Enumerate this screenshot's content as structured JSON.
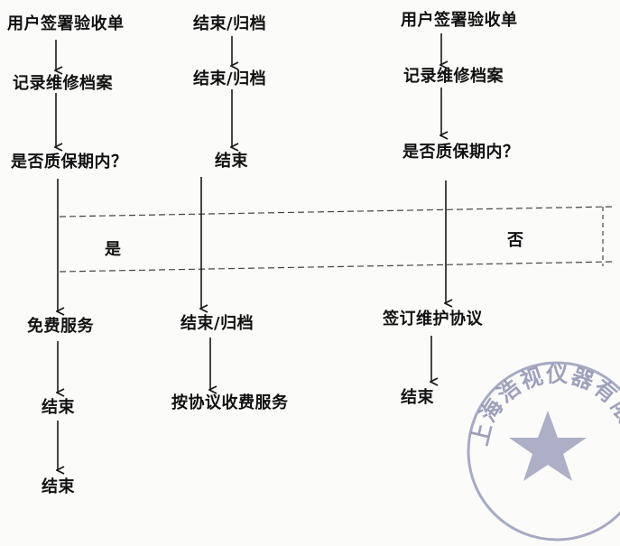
{
  "columns": [
    {
      "id": "col-1",
      "steps": [
        {
          "label": "用户签署验收单"
        },
        {
          "label": "记录维修档案"
        },
        {
          "label": "是否质保期内？"
        },
        {
          "label": "免费服务"
        },
        {
          "label": "结束"
        },
        {
          "label": "结束"
        }
      ]
    },
    {
      "id": "col-2",
      "steps": [
        {
          "label": "结束/归档"
        },
        {
          "label": "结束/归档"
        },
        {
          "label": "结束"
        },
        {
          "label": "结束/归档"
        },
        {
          "label": "按协议收费服务"
        }
      ]
    },
    {
      "id": "col-3",
      "steps": [
        {
          "label": "用户签署验收单"
        },
        {
          "label": "记录维修档案"
        },
        {
          "label": "是否质保期内？"
        },
        {
          "label": "签订维护协议"
        },
        {
          "label": "结束"
        }
      ]
    }
  ],
  "zones": {
    "yes_label": "是",
    "no_label": "否"
  },
  "stamp": {
    "text": "上海浩视仪器有限公司"
  },
  "colors": {
    "line": "#1a1a1a",
    "dash": "#444444",
    "stamp": "#8a8fb0"
  }
}
